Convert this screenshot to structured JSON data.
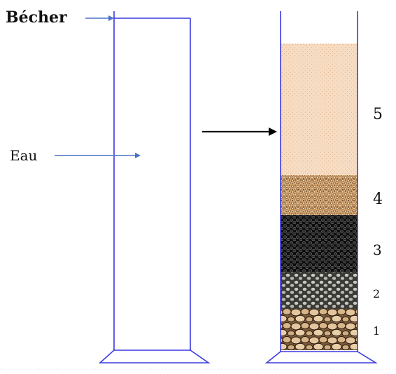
{
  "labels": {
    "beaker": "Bécher",
    "water": "Eau"
  },
  "layers": [
    {
      "number": "5",
      "description_color": "#f7d9bf"
    },
    {
      "number": "4",
      "description_color": "#e2b88a"
    },
    {
      "number": "3",
      "description_color": "#1a1a1a"
    },
    {
      "number": "2",
      "description_color": "#9a9a94"
    },
    {
      "number": "1",
      "description_color": "#c8a37a"
    }
  ],
  "colors": {
    "tube": "#3a3ae0",
    "pointer": "#4a72c8",
    "arrow": "#000000"
  }
}
